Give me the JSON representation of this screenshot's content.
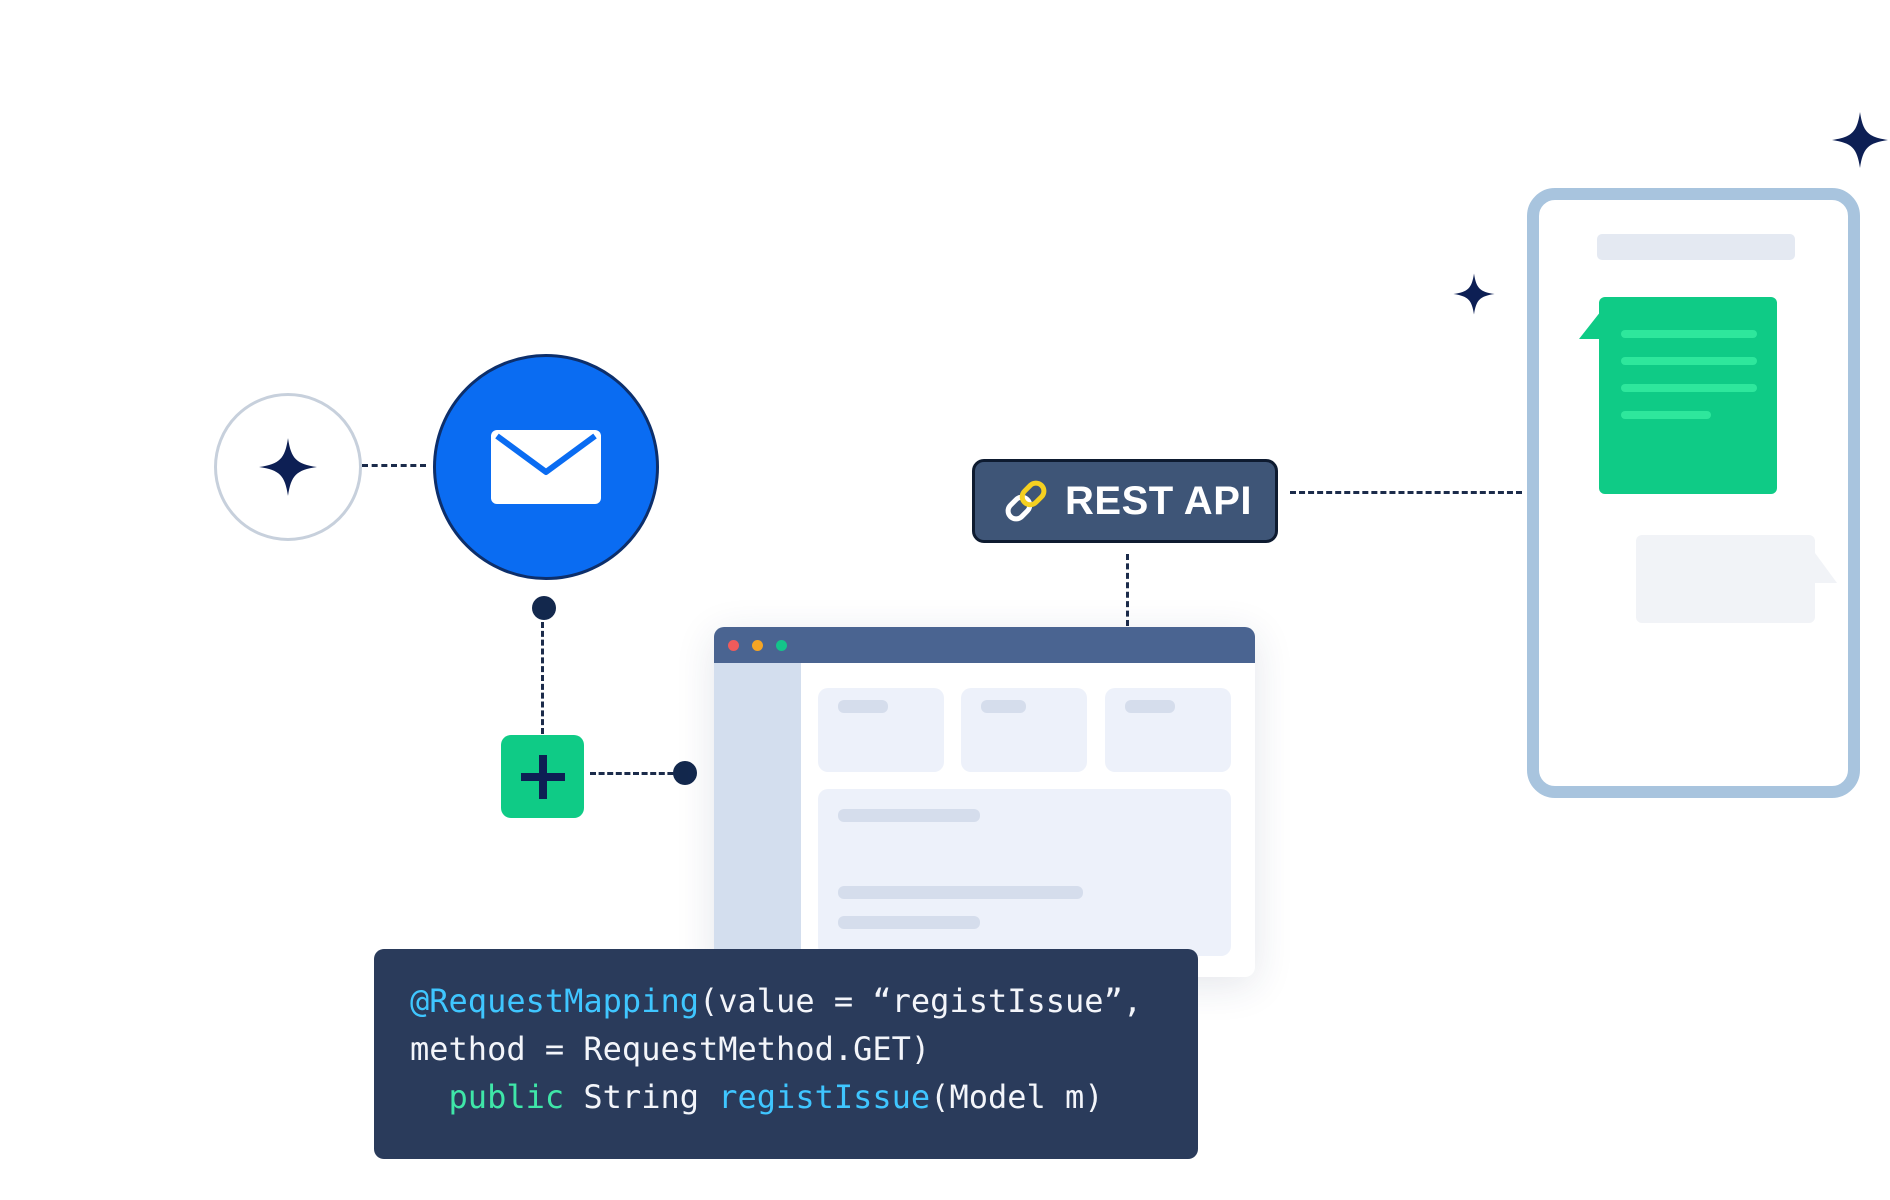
{
  "api": {
    "label": "REST API"
  },
  "code": {
    "line1": {
      "annotation": "@RequestMapping",
      "rest": "(value = “registIssue”,"
    },
    "line2": {
      "text": "method = RequestMethod.GET)"
    },
    "line3": {
      "indent": "  ",
      "keyword": "public",
      "type": " String ",
      "method": "registIssue",
      "args": "(Model m)"
    }
  },
  "icons": {
    "spark": "sparkle-icon",
    "mail": "envelope-icon",
    "plus": "plus-icon",
    "link": "link-icon"
  },
  "colors": {
    "primary_blue": "#0a6cf2",
    "green": "#0fcb86",
    "navy": "#13284d",
    "pill": "#3e5577",
    "code_bg": "#2a3b5b",
    "phone_frame": "#a8c4de"
  }
}
